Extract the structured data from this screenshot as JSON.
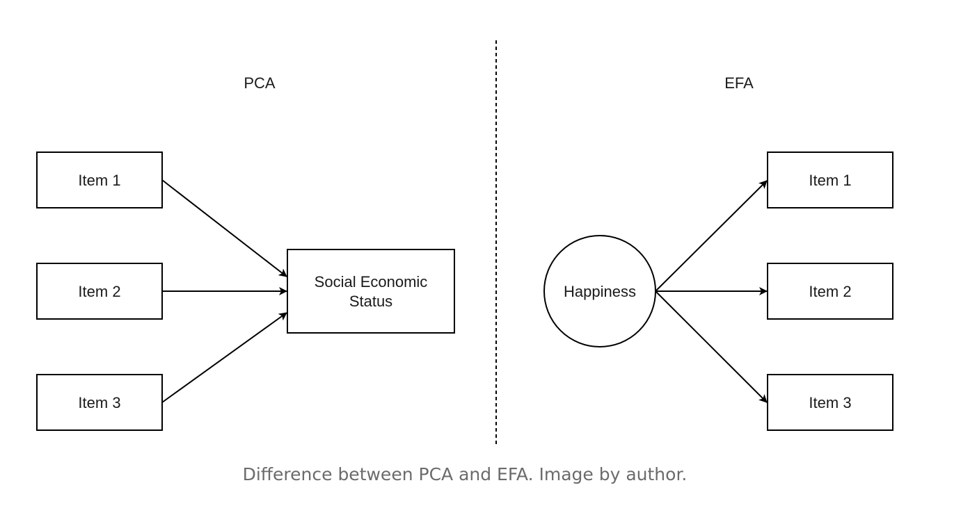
{
  "pca": {
    "title": "PCA",
    "items": [
      "Item 1",
      "Item 2",
      "Item 3"
    ],
    "component": {
      "line1": "Social Economic",
      "line2": "Status"
    }
  },
  "efa": {
    "title": "EFA",
    "factor": "Happiness",
    "items": [
      "Item 1",
      "Item 2",
      "Item 3"
    ]
  },
  "caption": "Difference between PCA and EFA. Image by author."
}
